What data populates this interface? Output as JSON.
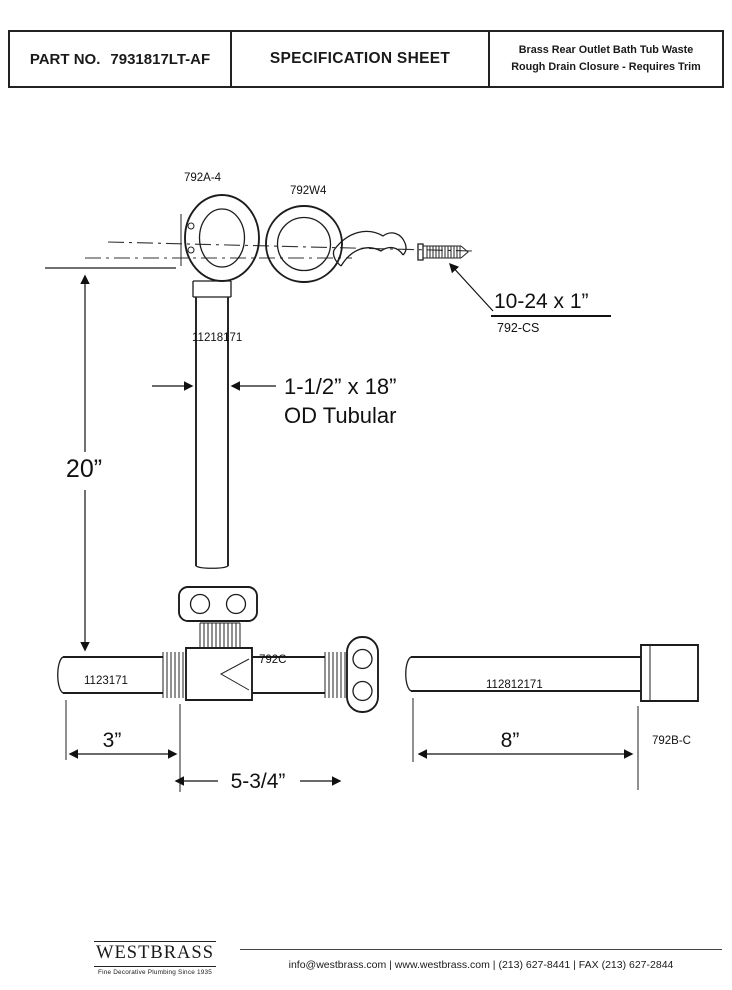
{
  "header": {
    "part_label": "PART NO.",
    "part_number": "7931817LT-AF",
    "title": "SPECIFICATION SHEET",
    "product_line1": "Brass Rear Outlet  Bath Tub Waste",
    "product_line2": "Rough Drain Closure - Requires Trim"
  },
  "diagram": {
    "elbow_label": "792A-4",
    "clamp_label": "792W4",
    "screw_size": "10-24 x 1”",
    "screw_part": "792-CS",
    "vertical_tube_part": "11218171",
    "tube_size_line1": "1-1/2” x 18”",
    "tube_size_line2": "OD Tubular",
    "height_dim": "20”",
    "left_tube_part": "1123171",
    "tee_label": "792C",
    "dim_3": "3”",
    "dim_5_34": "5-3/4”",
    "right_tube_part": "112812171",
    "dim_8": "8”",
    "coupling_label": "792B-C"
  },
  "footer": {
    "brand": "WESTBRASS",
    "tagline": "Fine Decorative Plumbing Since 1935",
    "contact": "info@westbrass.com | www.westbrass.com  |  (213) 627-8441  |  FAX (213) 627-2844"
  }
}
